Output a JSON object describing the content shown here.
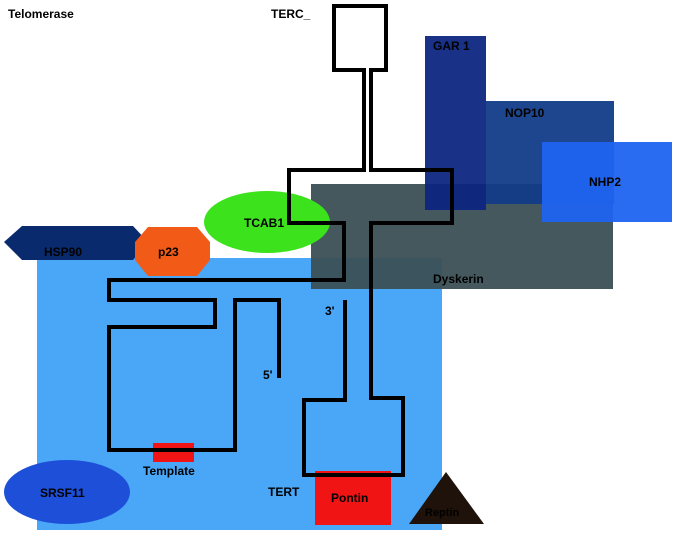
{
  "title": "Telomerase",
  "labels": {
    "terc": "TERC_",
    "gar1": "GAR 1",
    "nop10": "NOP10",
    "nhp2": "NHP2",
    "dyskerin": "Dyskerin",
    "tcab1": "TCAB1",
    "hsp90": "HSP90",
    "p23": "p23",
    "three_prime": "3'",
    "five_prime": "5'",
    "template": "Template",
    "tert": "TERT",
    "srsf11": "SRSF11",
    "pontin": "Pontin",
    "reptin": "Reptin"
  },
  "colors": {
    "tert": "#4aa6f7",
    "dyskerin": "#3a4f55",
    "gar1": "#0d2680",
    "nop10": "#123c88",
    "nhp2": "#1f64f0",
    "tcab1": "#3ce21c",
    "hsp90": "#0a2a6e",
    "p23": "#f25a18",
    "srsf11": "#1d4fd8",
    "pontin": "#f01414",
    "template": "#f01414",
    "reptin": "#1e120a",
    "rna": "#000000"
  }
}
